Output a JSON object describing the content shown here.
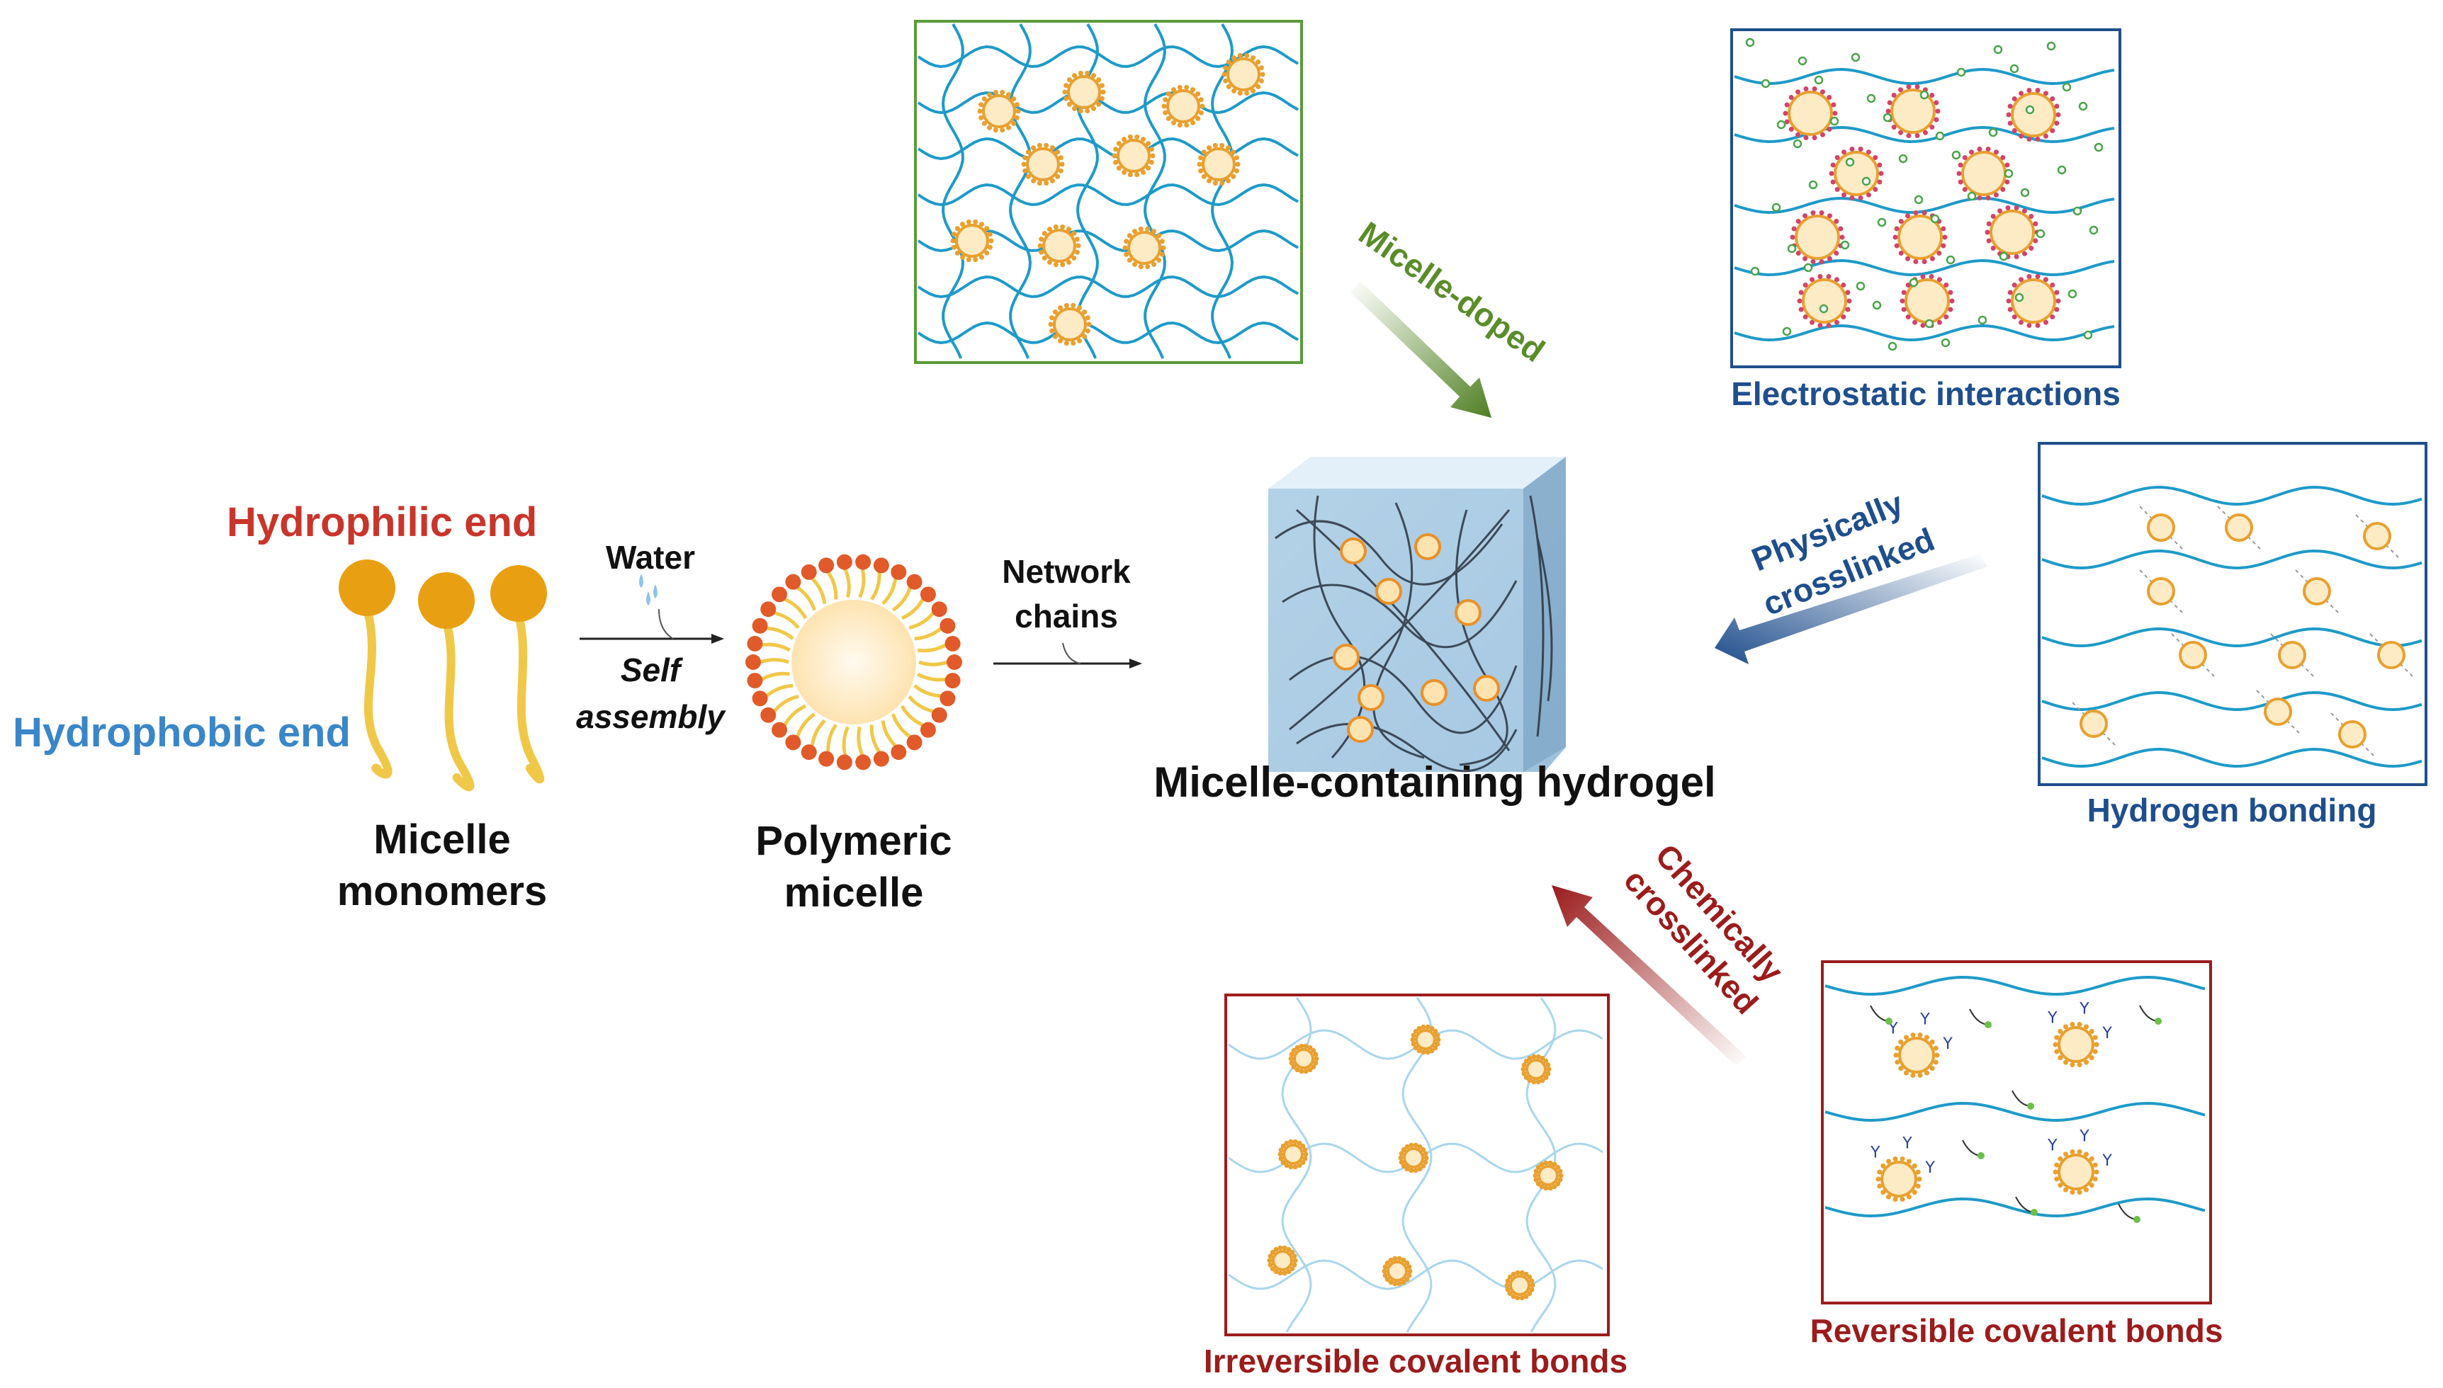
{
  "colors": {
    "hydrophilic": "#c8352b",
    "hydrophobic": "#3a86c8",
    "green": "#5b8c2a",
    "blue": "#1f4e8c",
    "darkred": "#9b1c1c",
    "chain": "#1e9ac8",
    "micelle_head": "#e8a030",
    "micelle_fill": "#fde9c0",
    "text": "#111111"
  },
  "labels": {
    "hydrophilic_end": "Hydrophilic end",
    "hydrophobic_end": "Hydrophobic end",
    "micelle_monomers": [
      "Micelle",
      "monomers"
    ],
    "water": "Water",
    "self_assembly": [
      "Self",
      "assembly"
    ],
    "polymeric_micelle": [
      "Polymeric",
      "micelle"
    ],
    "network_chains": [
      "Network",
      "chains"
    ],
    "hydrogel": "Micelle-containing hydrogel",
    "micelle_doped": "Micelle-doped",
    "physically_crosslinked": [
      "Physically",
      "crosslinked"
    ],
    "chemically_crosslinked": [
      "Chemically",
      "crosslinked"
    ],
    "electrostatic": "Electrostatic interactions",
    "hydrogen_bonding": "Hydrogen bonding",
    "irreversible": "Irreversible covalent bonds",
    "reversible": "Reversible covalent bonds"
  }
}
